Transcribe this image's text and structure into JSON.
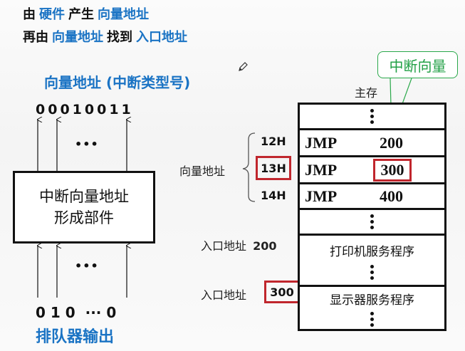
{
  "header": {
    "line1": [
      {
        "text": "由",
        "accent": false
      },
      {
        "text": "硬件",
        "accent": true
      },
      {
        "text": "产生",
        "accent": false
      },
      {
        "text": "向量地址",
        "accent": true
      }
    ],
    "line2": [
      {
        "text": "再由",
        "accent": false
      },
      {
        "text": "向量地址",
        "accent": true
      },
      {
        "text": "找到",
        "accent": false
      },
      {
        "text": "入口地址",
        "accent": true
      }
    ]
  },
  "left": {
    "title": "向量地址 (中断类型号)",
    "output_bits": "00010011",
    "upper_ellipsis": "•••",
    "box_line1": "中断向量地址",
    "box_line2": "形成部件",
    "lower_ellipsis": "•••",
    "input_bits": "0 1 0  ··· 0",
    "input_label": "排队器输出"
  },
  "memory": {
    "label": "主存",
    "callout": "中断向量",
    "vector_group_label": "向量地址",
    "rows": [
      {
        "addr": "12H",
        "op": "JMP",
        "target": "200",
        "highlight_addr": false,
        "highlight_target": false
      },
      {
        "addr": "13H",
        "op": "JMP",
        "target": "300",
        "highlight_addr": true,
        "highlight_target": true
      },
      {
        "addr": "14H",
        "op": "JMP",
        "target": "400",
        "highlight_addr": false,
        "highlight_target": false
      }
    ],
    "routines": [
      {
        "entry_label": "入口地址",
        "entry_addr": "200",
        "name": "打印机服务程序",
        "highlight": false
      },
      {
        "entry_label": "入口地址",
        "entry_addr": "300",
        "name": "显示器服务程序",
        "highlight": true
      }
    ]
  },
  "icons": {
    "pencil": "pencil-icon"
  },
  "colors": {
    "accent_blue": "#1a73c4",
    "highlight_red": "#c0262d",
    "callout_green": "#22a046"
  }
}
